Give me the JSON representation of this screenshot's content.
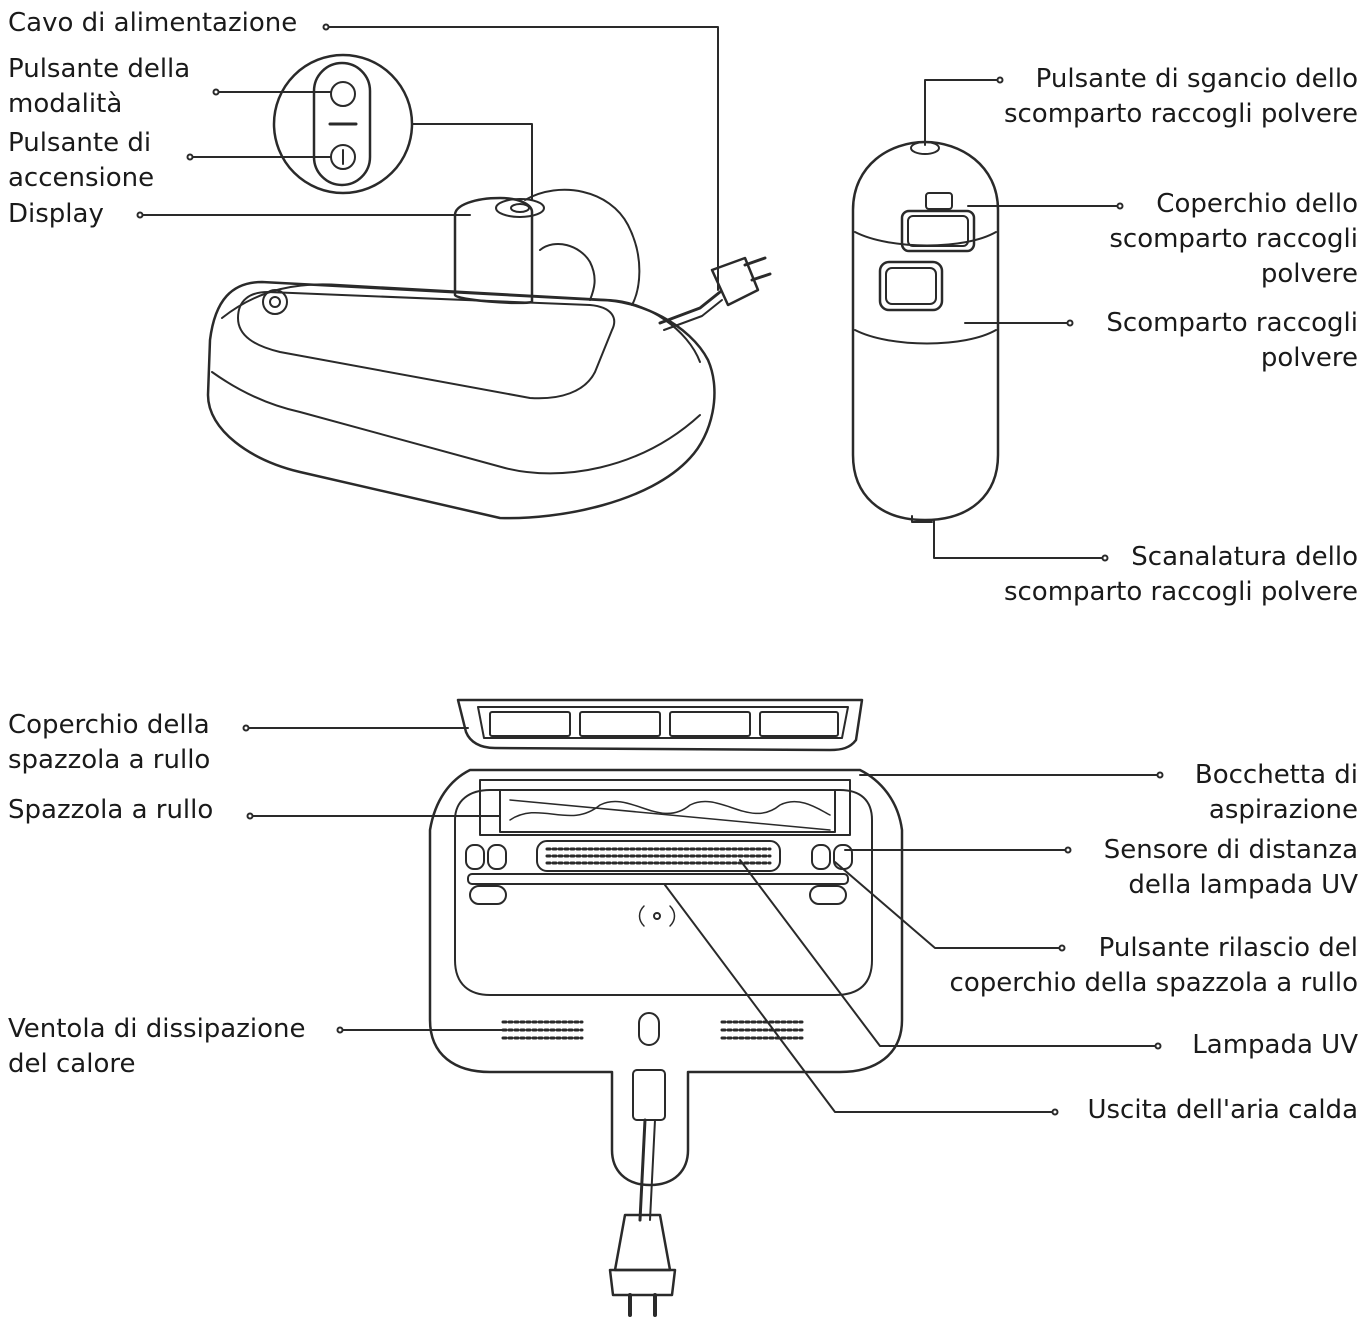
{
  "labels": {
    "power_cord": "Cavo di alimentazione",
    "mode_button": [
      "Pulsante della",
      "modalità"
    ],
    "power_button": [
      "Pulsante di",
      "accensione"
    ],
    "display": "Display",
    "dust_release_button": [
      "Pulsante di sgancio dello",
      "scomparto raccogli polvere"
    ],
    "dust_cover": [
      "Coperchio dello",
      "scomparto raccogli",
      "polvere"
    ],
    "dust_compartment": [
      "Scomparto raccogli",
      "polvere"
    ],
    "dust_groove": [
      "Scanalatura dello",
      "scomparto raccogli polvere"
    ],
    "brush_cover": [
      "Coperchio della",
      "spazzola a rullo"
    ],
    "roller_brush": "Spazzola a rullo",
    "suction_inlet": [
      "Bocchetta di",
      "aspirazione"
    ],
    "uv_distance_sensor": [
      "Sensore di distanza",
      "della lampada UV"
    ],
    "brush_cover_release": [
      "Pulsante rilascio del",
      "coperchio della spazzola a rullo"
    ],
    "heat_fan": [
      "Ventola di dissipazione",
      "del calore"
    ],
    "uv_lamp": "Lampada UV",
    "hot_air_outlet": "Uscita dell'aria calda"
  },
  "colors": {
    "line": "#2a2a2a",
    "text": "#1a1a1a"
  }
}
